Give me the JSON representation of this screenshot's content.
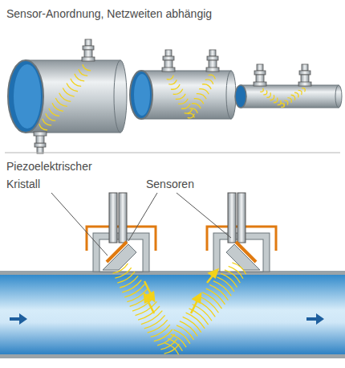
{
  "diagram": {
    "title": "Sensor-Anordnung, Netzweiten abhängig",
    "labels": [
      "Piezoelektrischer Kristall",
      "Sensoren"
    ]
  }
}
